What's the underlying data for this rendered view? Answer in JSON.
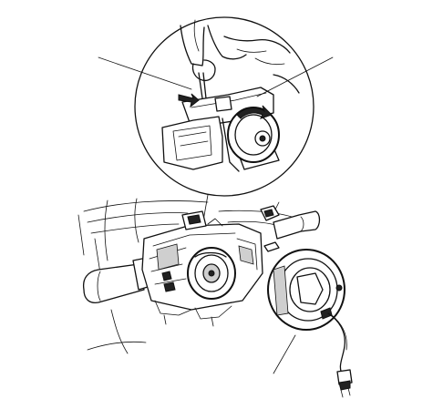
{
  "figure": {
    "background": "#ffffff",
    "ink_color": "#111111",
    "callouts": [
      "detail-leader-left",
      "detail-leader-right",
      "clock-spring-leader"
    ]
  }
}
